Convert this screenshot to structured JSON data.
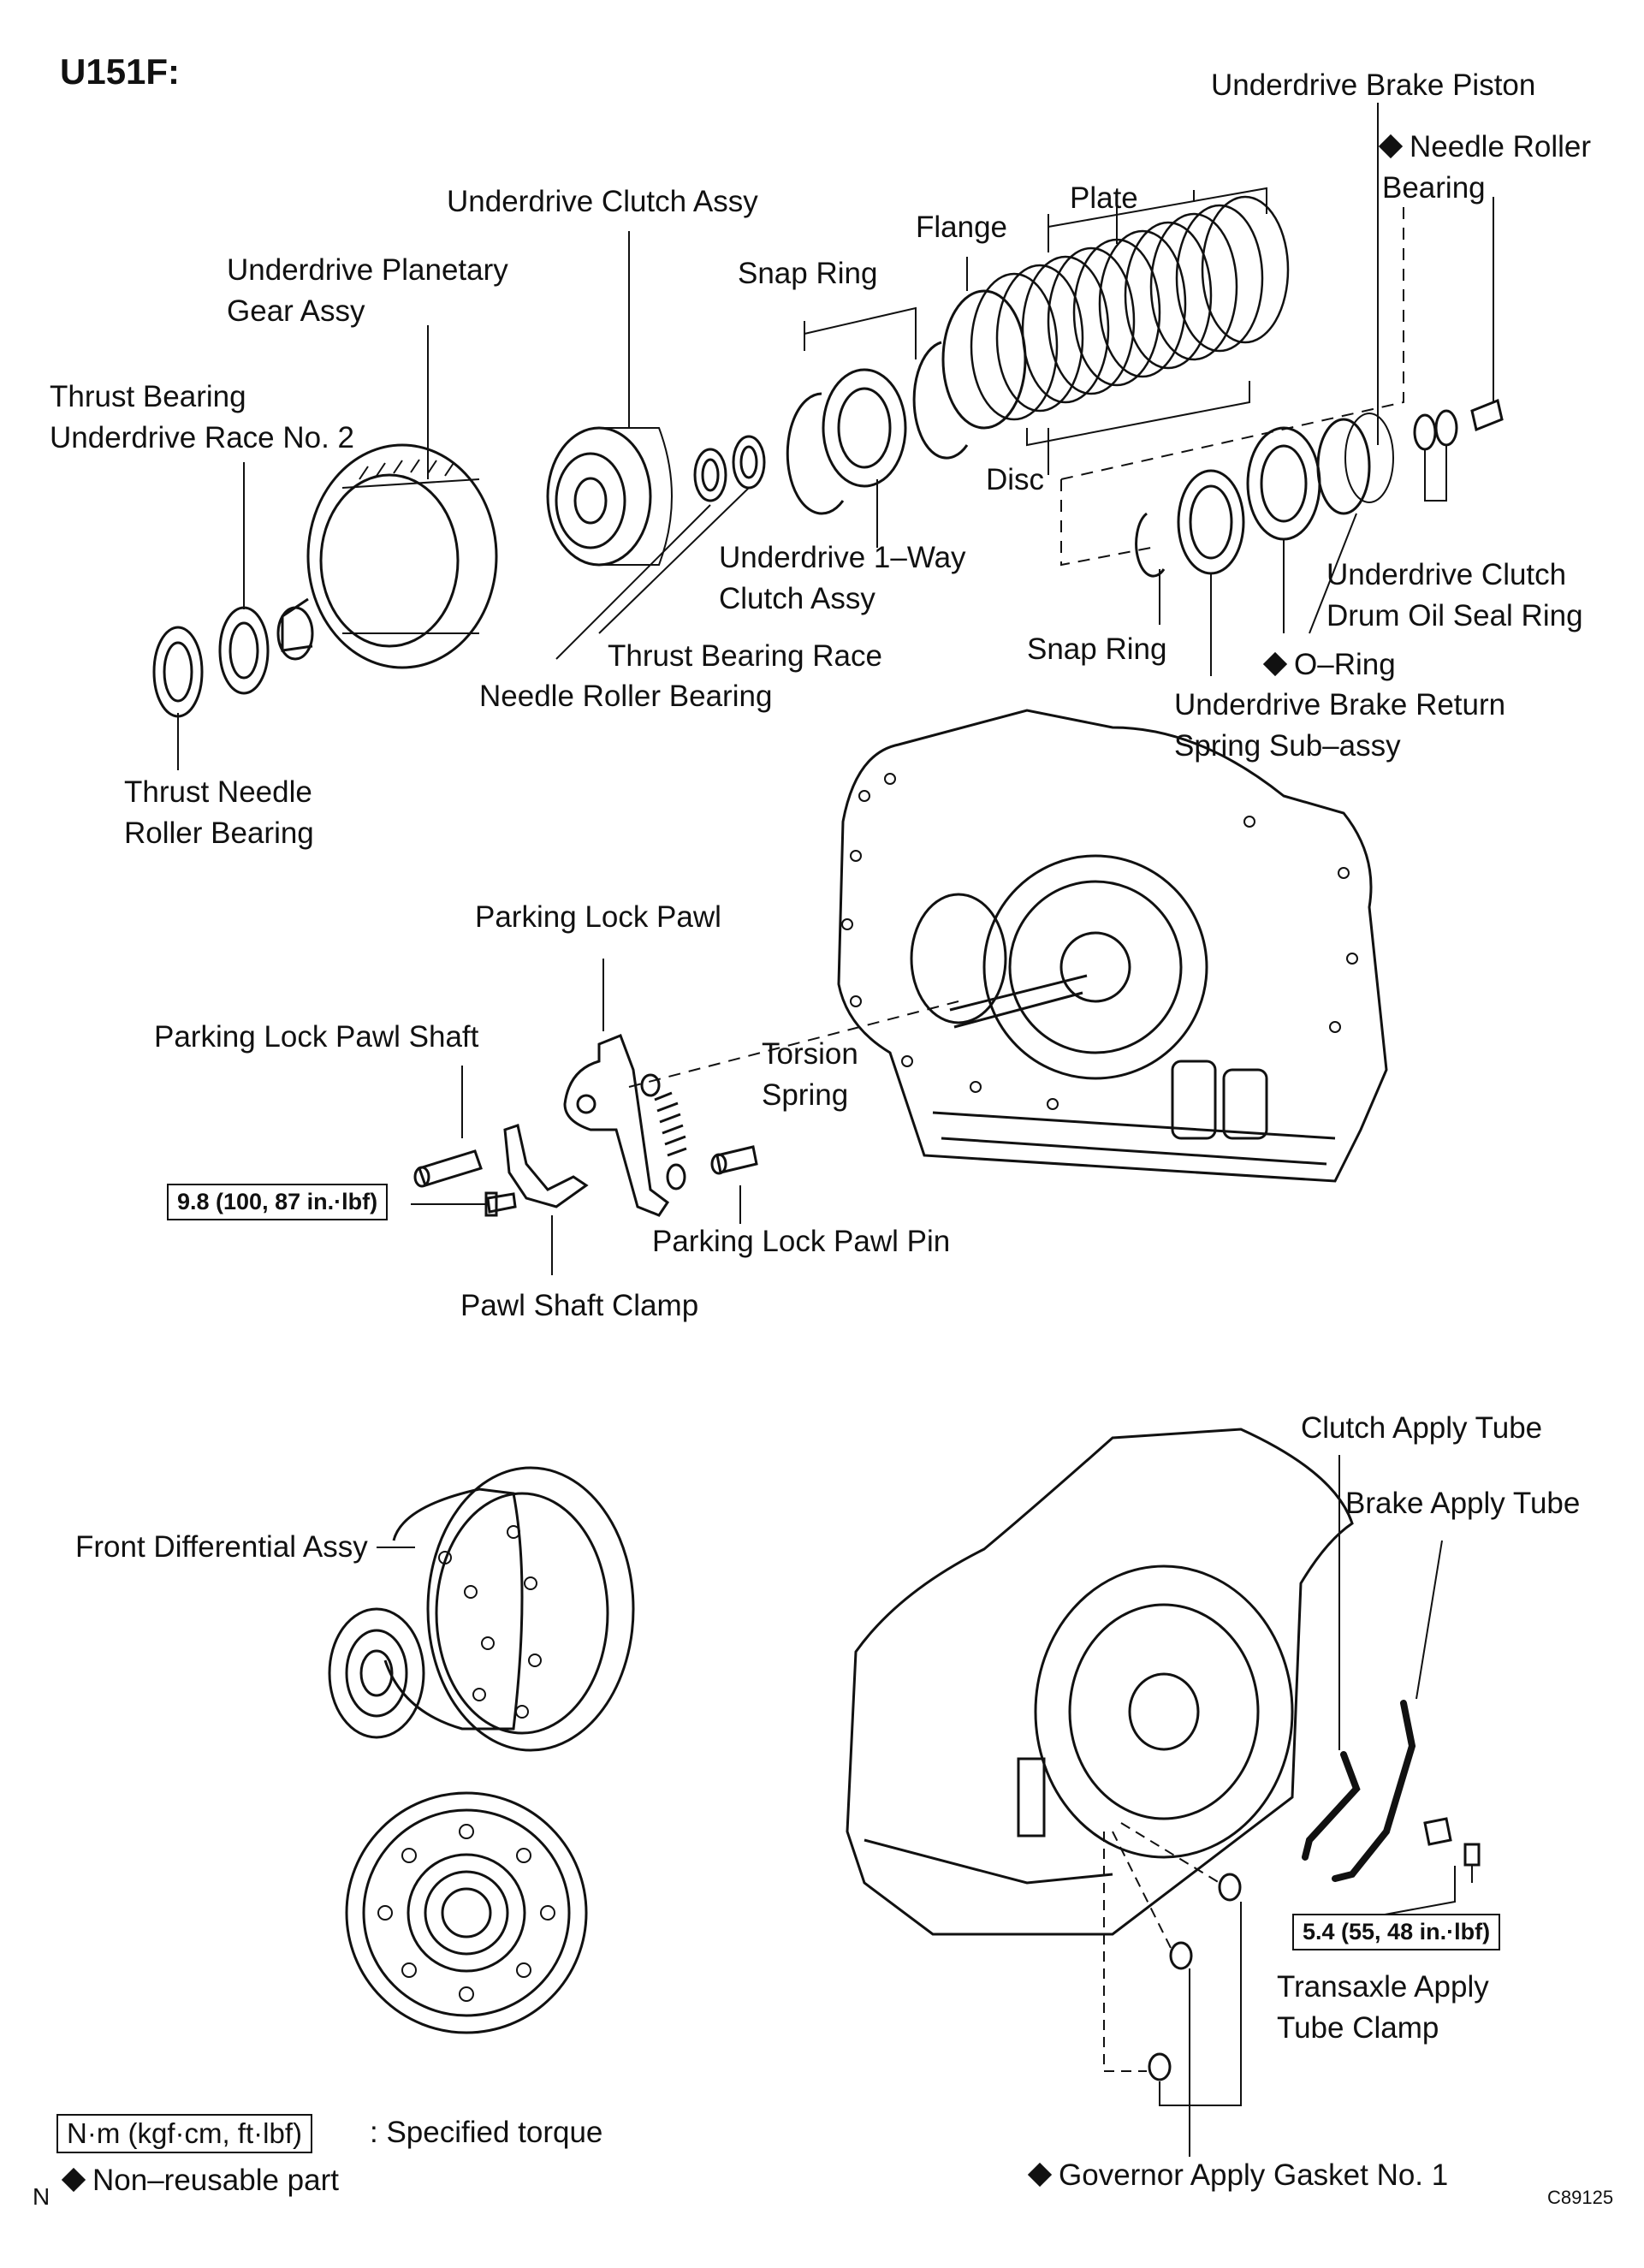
{
  "title": "U151F:",
  "labels": {
    "underdrive_brake_piston": "Underdrive Brake Piston",
    "needle_roller_bearing_top": "Needle Roller\nBearing",
    "plate": "Plate",
    "flange": "Flange",
    "underdrive_clutch_assy": "Underdrive Clutch Assy",
    "underdrive_planetary_gear_assy": "Underdrive Planetary\nGear Assy",
    "snap_ring_upper": "Snap Ring",
    "thrust_bearing_race_no2": "Thrust Bearing\nUnderdrive Race No. 2",
    "disc": "Disc",
    "underdrive_1way_clutch_assy": "Underdrive 1–Way\nClutch Assy",
    "underdrive_clutch_drum_oil_seal_ring": "Underdrive Clutch\nDrum Oil Seal Ring",
    "thrust_bearing_race": "Thrust Bearing Race",
    "snap_ring_lower": "Snap Ring",
    "o_ring": "O–Ring",
    "needle_roller_bearing_mid": "Needle Roller Bearing",
    "underdrive_brake_return_spring": "Underdrive Brake Return\nSpring Sub–assy",
    "thrust_needle_roller_bearing": "Thrust Needle\nRoller Bearing",
    "parking_lock_pawl": "Parking Lock Pawl",
    "parking_lock_pawl_shaft": "Parking Lock Pawl Shaft",
    "torsion_spring": "Torsion\nSpring",
    "parking_lock_pawl_pin": "Parking Lock Pawl Pin",
    "pawl_shaft_clamp": "Pawl Shaft Clamp",
    "clutch_apply_tube": "Clutch Apply Tube",
    "brake_apply_tube": "Brake Apply Tube",
    "front_differential_assy": "Front Differential Assy",
    "transaxle_apply_tube_clamp": "Transaxle Apply\nTube Clamp",
    "governor_apply_gasket": "Governor Apply Gasket No. 1"
  },
  "torques": {
    "pawl_clamp_bolt": "9.8 (100, 87 in.·lbf)",
    "tube_clamp_bolt": "5.4 (55, 48 in.·lbf)"
  },
  "legend": {
    "torque_unit": "N·m (kgf·cm, ft·lbf)",
    "torque_desc": ": Specified torque",
    "nonreusable": "Non–reusable part",
    "corner_mark": "N"
  },
  "figure_code": "C89125"
}
